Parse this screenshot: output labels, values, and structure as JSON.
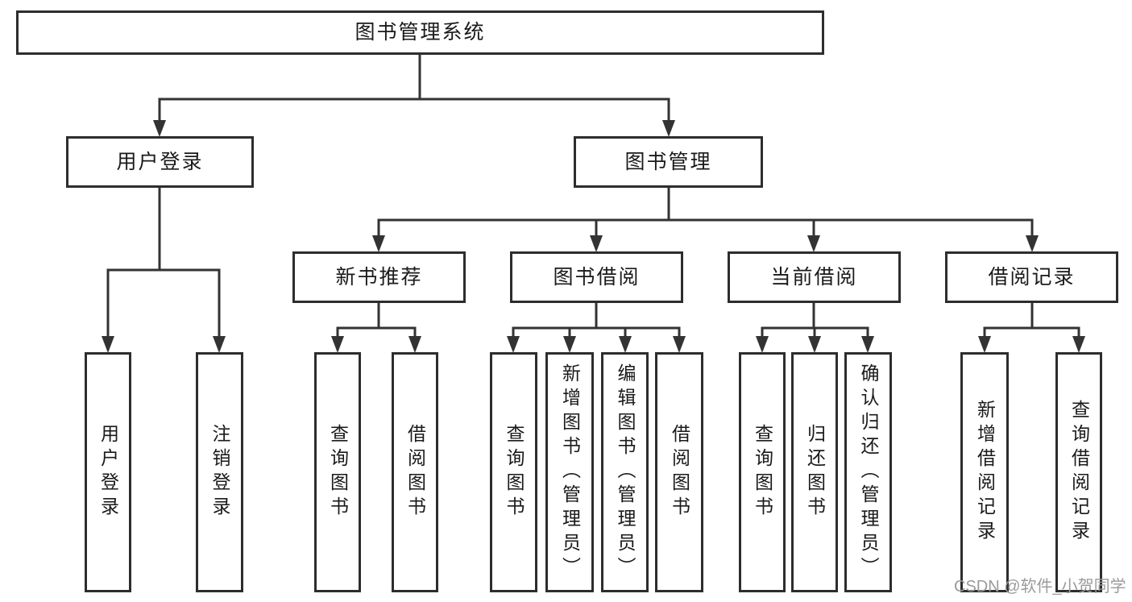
{
  "diagram": {
    "type": "hierarchy-tree",
    "root": {
      "label": "图书管理系统"
    },
    "level2": [
      {
        "label": "用户登录"
      },
      {
        "label": "图书管理"
      }
    ],
    "level3": [
      {
        "label": "新书推荐"
      },
      {
        "label": "图书借阅"
      },
      {
        "label": "当前借阅"
      },
      {
        "label": "借阅记录"
      }
    ],
    "leaves": [
      {
        "label": "用户登录",
        "parent": "用户登录"
      },
      {
        "label": "注销登录",
        "parent": "用户登录"
      },
      {
        "label": "查询图书",
        "parent": "新书推荐"
      },
      {
        "label": "借阅图书",
        "parent": "新书推荐"
      },
      {
        "label": "查询图书",
        "parent": "图书借阅"
      },
      {
        "label": "新增图书（管理员）",
        "parent": "图书借阅"
      },
      {
        "label": "编辑图书（管理员）",
        "parent": "图书借阅"
      },
      {
        "label": "借阅图书",
        "parent": "图书借阅"
      },
      {
        "label": "查询图书",
        "parent": "当前借阅"
      },
      {
        "label": "归还图书",
        "parent": "当前借阅"
      },
      {
        "label": "确认归还（管理员）",
        "parent": "当前借阅"
      },
      {
        "label": "新增借阅记录",
        "parent": "借阅记录"
      },
      {
        "label": "查询借阅记录",
        "parent": "借阅记录"
      }
    ],
    "hierarchy": {
      "图书管理系统": [
        "用户登录",
        "图书管理"
      ],
      "用户登录": [
        "用户登录",
        "注销登录"
      ],
      "图书管理": [
        "新书推荐",
        "图书借阅",
        "当前借阅",
        "借阅记录"
      ],
      "新书推荐": [
        "查询图书",
        "借阅图书"
      ],
      "图书借阅": [
        "查询图书",
        "新增图书（管理员）",
        "编辑图书（管理员）",
        "借阅图书"
      ],
      "当前借阅": [
        "查询图书",
        "归还图书",
        "确认归还（管理员）"
      ],
      "借阅记录": [
        "新增借阅记录",
        "查询借阅记录"
      ]
    },
    "colors": {
      "line": "#333333",
      "box_border": "#2d2d2d",
      "text": "#1a1a1a",
      "background": "#ffffff"
    }
  },
  "watermark": {
    "text": "CSDN @软件_小贺同学",
    "color": "#9b9b9b"
  }
}
